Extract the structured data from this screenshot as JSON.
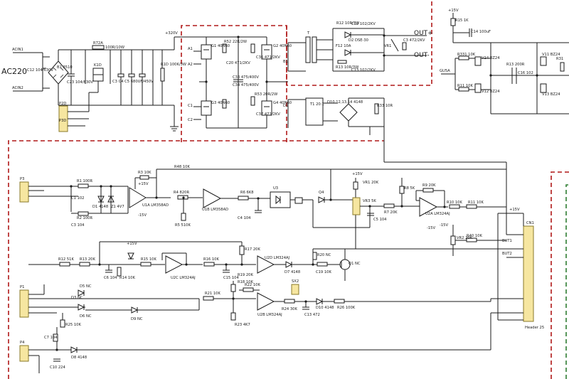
{
  "labels": {
    "ac_in1": "ACIN1",
    "ac_in2": "ACIN2",
    "ac220": "AC220",
    "c12": "C12 104/630V",
    "b1": "B1 3510",
    "c23": "C23 104/630V",
    "k1": "K1D",
    "r72": "R72A",
    "r72v": "100R/10W",
    "caps_bank": "C3 C4 C5 680UF/450V",
    "r1d": "R1D 100K/3W",
    "p2d": "P2D",
    "p3d": "P3D",
    "v320": "+320V",
    "g1": "G1 40N60",
    "g2": "G2 40N60",
    "g3": "G3 40N60",
    "g4": "G4 40N60",
    "a1": "A1",
    "a2": "A2",
    "c1": "C1",
    "c2": "C2",
    "r52": "R52 22K/2W",
    "c20": "C20 471/2KV",
    "c33": "C33 475/400V",
    "c34": "C34 475/400V",
    "c36": "C36 471/2KV",
    "r53": "R53 20R/2W",
    "c37": "C37 471/2KV",
    "b1b": "B1",
    "d1": "D1",
    "t_label": "T",
    "r12": "R12 10R/3W",
    "c12b": "C12 102/2KV",
    "d2": "D2 DSE-30",
    "f12": "F12 10A",
    "r13": "R13 10R/3W",
    "c13": "C13 102/2KV",
    "vr1": "VR1",
    "c3b": "C3 472/2KV",
    "out_p": "OUT+",
    "out_m": "OUT-",
    "t1": "T1 20:1",
    "d_bridge": "D10,12,13,14 4148",
    "r33": "R33 10R",
    "v15_a": "+15V",
    "r15": "R15 1K",
    "c14": "C14 100uF",
    "r331": "R331 10K",
    "v14": "V14 BZ24",
    "v11": "V11 BZ24",
    "r13c": "R13 200R",
    "c16": "C16 102",
    "r11": "R11 10K",
    "v12": "V12 BZ24",
    "v13": "V13 BZ24",
    "gu5a": "GU5A",
    "r31": "R31",
    "p3": "P3",
    "r1": "R1 100R",
    "c1b": "C1 102",
    "d1b": "D1 4148",
    "z1": "Z1 4V7",
    "r2": "R2 100R",
    "c3": "C3 104",
    "r3": "R3 10K",
    "v15_b": "+15V",
    "u1a": "U1A LM358AD",
    "r4": "R4 820R",
    "r5": "R5 510K",
    "u1b": "U1B LM358AD",
    "r48": "R48 10K",
    "r6": "R6 6K8",
    "c4": "C4 104",
    "u3": "U3",
    "q4": "Q4",
    "v15_c": "+15V",
    "vr1b": "VR1 20K",
    "vr3": "VR3 5K",
    "c5": "C5 104",
    "r7": "R7 20K",
    "r8": "R8 5K",
    "r9": "R9 20K",
    "u2a": "U2A LM324AJ",
    "r10": "R10 10K",
    "r11b": "R11 10K",
    "vr2": "VR2 20K",
    "r40": "R40 10K",
    "cn1": "CN1",
    "header": "Header 25",
    "but1": "BUT1",
    "but2": "BUT2",
    "r12b": "R12 51K",
    "r13b": "R13 20K",
    "c6": "C6 104",
    "r14": "R14 10K",
    "u2c": "U2C LM324AJ",
    "r15b": "R15 10K",
    "r16": "R16 10K",
    "c15": "C15 104",
    "r17": "R17 20K",
    "u2d": "U2D LM324AJ",
    "d7": "D7 4148",
    "r20": "R20 NC",
    "c19": "C19 10K",
    "q1": "Q1 NC",
    "r18": "R18 10K",
    "r19": "R19 20K",
    "r22": "R22 10K",
    "u2b": "U2B LM324AJ",
    "r21": "R21 10K",
    "r23": "R23 4K7",
    "sx2": "SX2",
    "r24": "R24 30K",
    "c13b": "C13 472",
    "d10": "D10 4148",
    "r26": "R26 100K",
    "p1": "P1",
    "d3": "D3 NC",
    "d5": "D5 NC",
    "d6": "D6 NC",
    "d9": "D9 NC",
    "r25": "R25 10K",
    "c7": "C7 104",
    "p4": "P4",
    "c10": "C10 224",
    "d8": "D8 4148",
    "v15_d": "+15V",
    "m15": "-15V",
    "m15b": "-15V",
    "m15c": "-15V",
    "v15_e": "+15V"
  }
}
